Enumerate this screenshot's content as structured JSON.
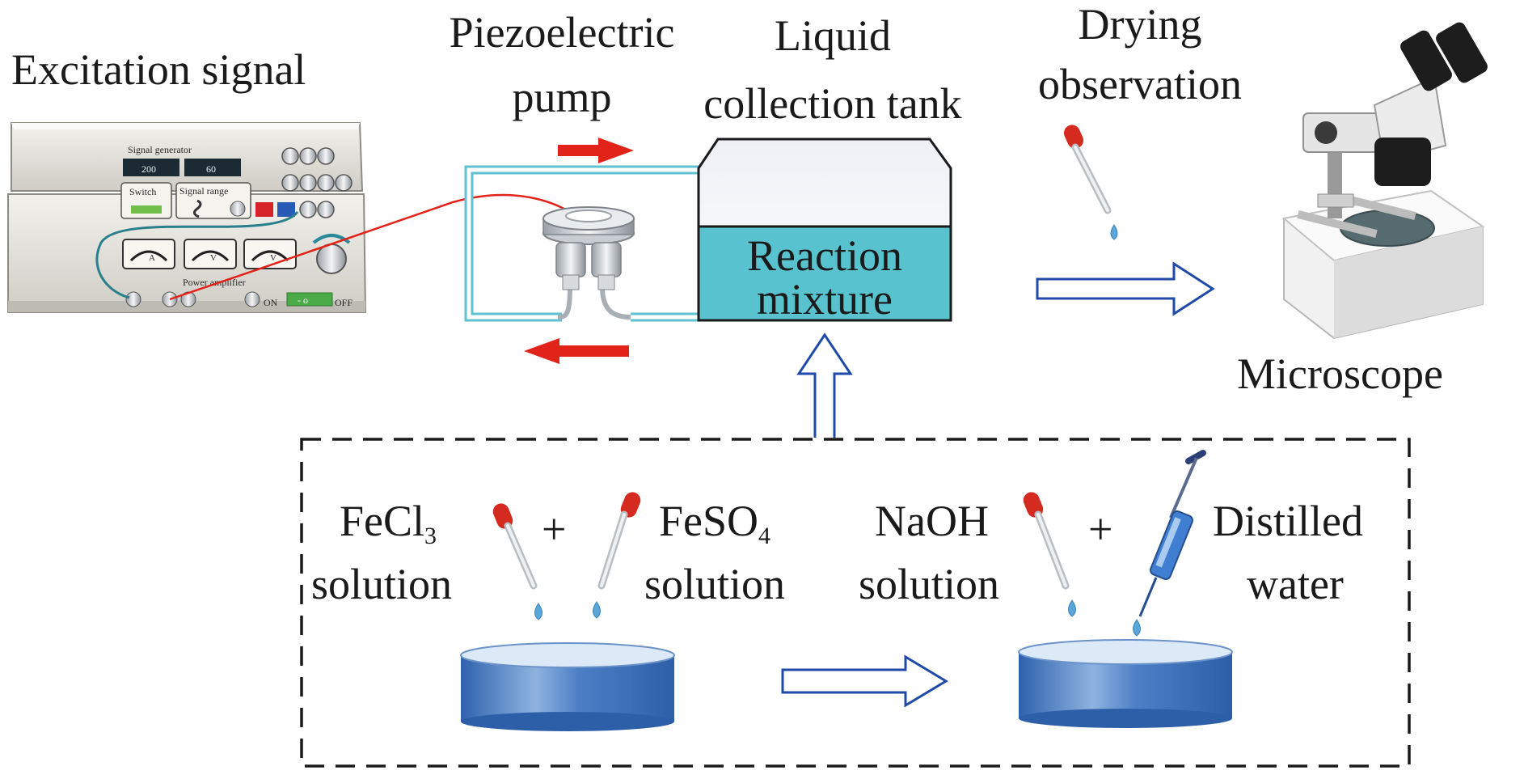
{
  "labels": {
    "excitation_signal": "Excitation signal",
    "piezo_line1": "Piezoelectric",
    "piezo_line2": "pump",
    "tank_line1": "Liquid",
    "tank_line2": "collection tank",
    "drying_line1": "Drying",
    "drying_line2": "observation",
    "reaction_line1": "Reaction",
    "reaction_line2": "mixture",
    "microscope": "Microscope",
    "fecl3_main": "FeCl",
    "fecl3_sub": "3",
    "fecl3_line2": "solution",
    "plus": "+",
    "feso4_main": "FeSO",
    "feso4_sub": "4",
    "feso4_line2": "solution",
    "naoh_line1": "NaOH",
    "naoh_line2": "solution",
    "distilled_line1": "Distilled",
    "distilled_line2": "water"
  },
  "device": {
    "signal_generator_label": "Signal generator",
    "display_left": "200",
    "display_right": "60",
    "switch_label": "Switch",
    "signal_range_label": "Signal range",
    "power_amplifier_label": "Power amplifier",
    "on_label": "ON",
    "off_label": "OFF",
    "toggle_text": "- o",
    "meter_symbols": [
      "A",
      "V",
      "V"
    ]
  },
  "colors": {
    "cyan_tube": "#5fc2d0",
    "cyan_fill": "#58c3cf",
    "red_arrow": "#e2231a",
    "blue_outline": "#1f4aa8",
    "dish_blue": "#4a7fc4",
    "droplet_blue": "#5aa6d8",
    "pipette_red": "#d42a1f"
  }
}
